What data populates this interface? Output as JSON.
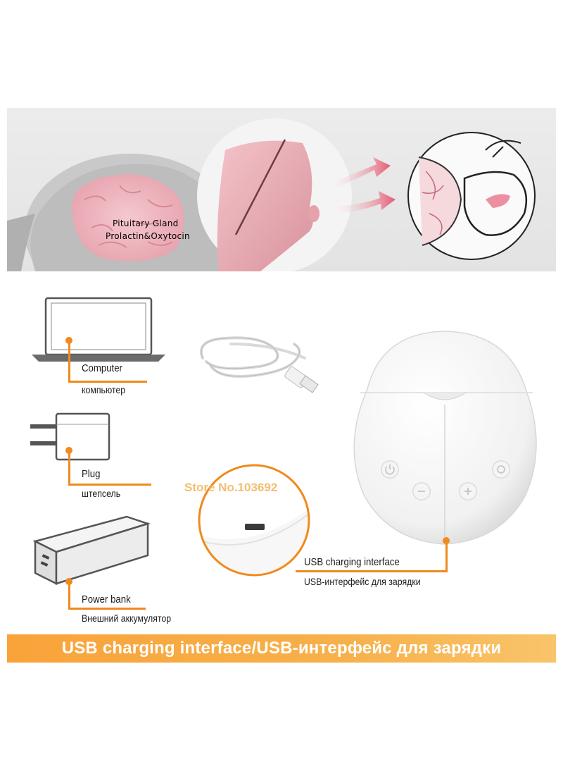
{
  "illustration": {
    "gland_label": "Pituitary Gland",
    "hormones_label": "Prolactin&Oxytocin"
  },
  "devices": [
    {
      "name_en": "Computer",
      "name_ru": "компьютер"
    },
    {
      "name_en": "Plug",
      "name_ru": "штепсель"
    },
    {
      "name_en": "Power bank",
      "name_ru": "Внешний аккумулятор"
    }
  ],
  "usb_label": {
    "en": "USB charging interface",
    "ru": "USB-интерфейс для зарядки"
  },
  "watermark": "Store No.103692",
  "banner": "USB charging interface/USB-интерфейс для зарядки",
  "colors": {
    "accent": "#f08a1c",
    "banner": "#f9a33a",
    "skin_pink": "#e8a5ae"
  }
}
